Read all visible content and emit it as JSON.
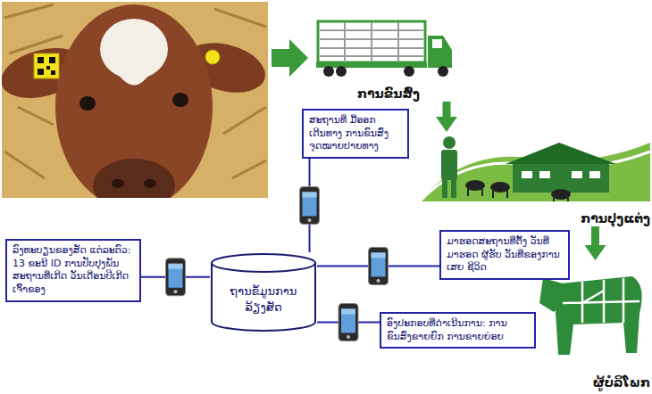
{
  "diagram": {
    "nodes": [
      {
        "text": [
          "ການຂົນສົ່ງ"
        ]
      },
      {
        "text": [
          "ສະຖານທີ່ ມື້ອອກເດີນທາງ ການຂົນສົ່ງ ຈຸດໝາຍປາຍທາງ"
        ]
      },
      {
        "text": [
          "ການປຸງແຕ່ງ"
        ]
      },
      {
        "text": [
          "ມາຮອດສະຖານທີ່ຕັ້ງ ວັນທີ່ມາຮອດ ຜູ້ຮັບ ວັນທີ່ຂອງການເສຍ ຊີວິດ"
        ]
      },
      {
        "text": [
          "ລົງທະບຽນຂອງສັດ ແຕ່ລະຕົວ: 13 ຂະນີ ID ການປັບປຸງພັນ ສະຖານທີ່ເກີດ ວັນເດືອນປີເກີດ ເຈົ້າຂອງ"
        ]
      },
      {
        "text": [
          "ຖານຂໍ້ມູນການ ລ້ຽງສັດ"
        ]
      },
      {
        "text": [
          "ອົງປະກອບທີ່ດຳເນີນການ: ການຂົນສົ່ງຂາຍຍົກ ການຂາຍຍ່ອຍ"
        ]
      },
      {
        "text": [
          "ຜູ້ບໍລິໂພກ"
        ]
      }
    ],
    "edges": [
      {
        "from": 0,
        "to": 2,
        "arrow": "to"
      },
      {
        "from": 2,
        "to": 7,
        "arrow": "to"
      },
      {
        "from": 4,
        "to": 5,
        "arrow": "none"
      },
      {
        "from": 1,
        "to": 5,
        "arrow": "none"
      },
      {
        "from": 3,
        "to": 5,
        "arrow": "none"
      },
      {
        "from": 6,
        "to": 5,
        "arrow": "none"
      }
    ]
  }
}
